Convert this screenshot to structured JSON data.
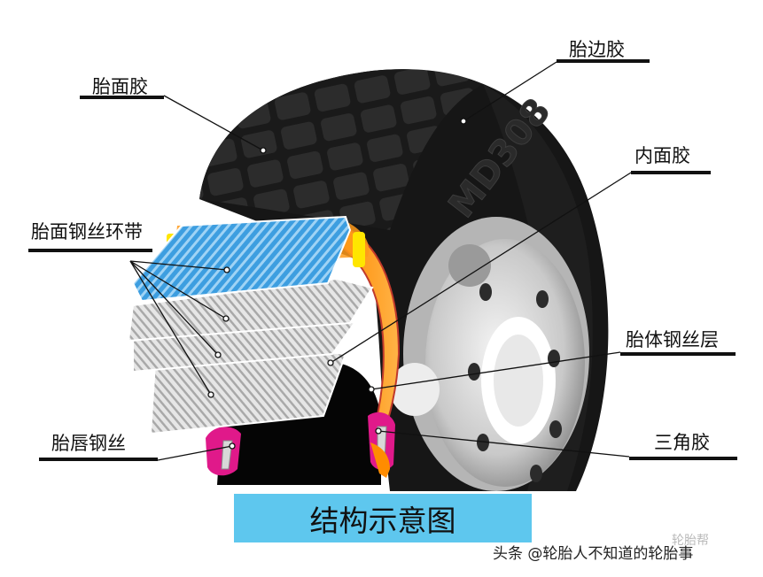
{
  "labels": {
    "tread_rubber": "胎面胶",
    "sidewall_rubber": "胎边胶",
    "inner_liner": "内面胶",
    "steel_belt": "胎面钢丝环带",
    "carcass_ply": "胎体钢丝层",
    "bead_wire": "胎唇钢丝",
    "apex_rubber": "三角胶"
  },
  "tire_marking": "MD308",
  "caption": "结构示意图",
  "credit": "头条 @轮胎人不知道的轮胎事",
  "watermark": "轮胎帮"
}
